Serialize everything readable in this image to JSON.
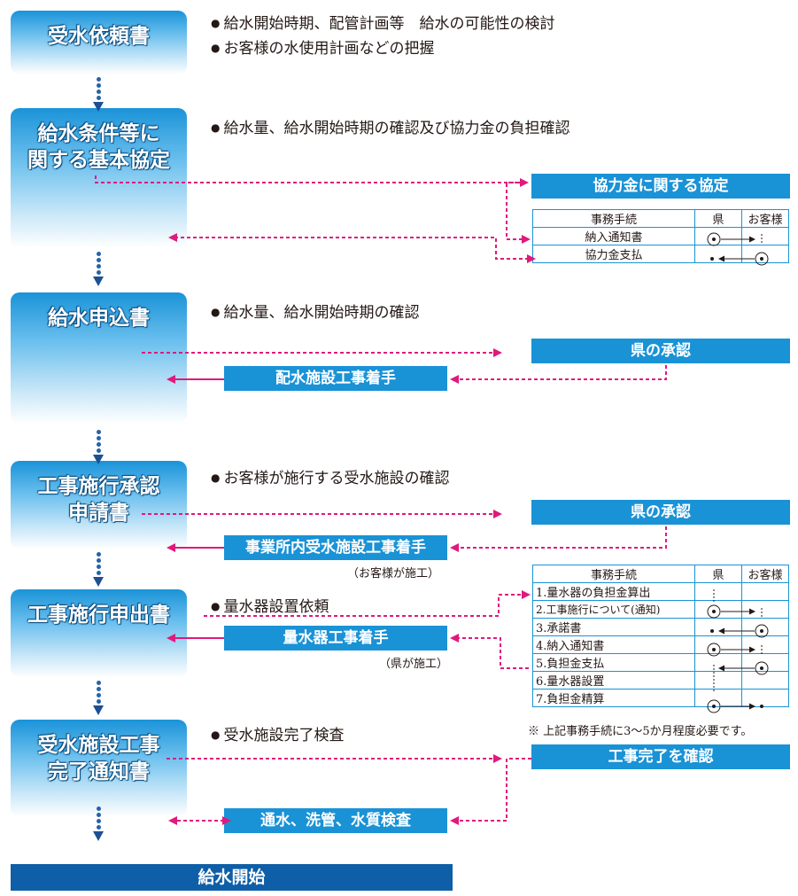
{
  "steps": [
    "受水依頼書",
    "給水条件等に\n関する基本協定",
    "給水申込書",
    "工事施行承認\n申請書",
    "工事施行申出書",
    "受水施設工事\n完了通知書"
  ],
  "bullets": {
    "s1a": "給水開始時期、配管計画等　給水の可能性の検討",
    "s1b": "お客様の水使用計画などの把握",
    "s2": "給水量、給水開始時期の確認及び協力金の負担確認",
    "s3": "給水量、給水開始時期の確認",
    "s4": "お客様が施行する受水施設の確認",
    "s5": "量水器設置依頼",
    "s6": "受水施設完了検査"
  },
  "boxes": {
    "kyoryokukin": "協力金に関する協定",
    "ken_shonin_1": "県の承認",
    "haisui": "配水施設工事着手",
    "ken_shonin_2": "県の承認",
    "jigyosho": "事業所内受水施設工事着手",
    "ryosuiki": "量水器工事着手",
    "kanryo": "工事完了を確認",
    "tsusui": "通水、洗管、水質検査"
  },
  "notes": {
    "okyakusama_seko": "（お客様が施工）",
    "ken_seko": "（県が施工）",
    "footnote": "※ 上記事務手続に3～5か月程度必要です。"
  },
  "table1": {
    "headers": [
      "事務手続",
      "県",
      "お客様"
    ],
    "rows": [
      "納入通知書",
      "協力金支払"
    ]
  },
  "table2": {
    "headers": [
      "事務手続",
      "県",
      "お客様"
    ],
    "rows": [
      "1.量水器の負担金算出",
      "2.工事施行について(通知)",
      "3.承諾書",
      "4.納入通知書",
      "5.負担金支払",
      "6.量水器設置",
      "7.負担金精算"
    ]
  },
  "final": "給水開始",
  "colors": {
    "magenta": "#e0197d",
    "blue_box": "#1a92d6",
    "final_bar": "#0e5ea8",
    "arrow_blue": "#1d4f94"
  }
}
